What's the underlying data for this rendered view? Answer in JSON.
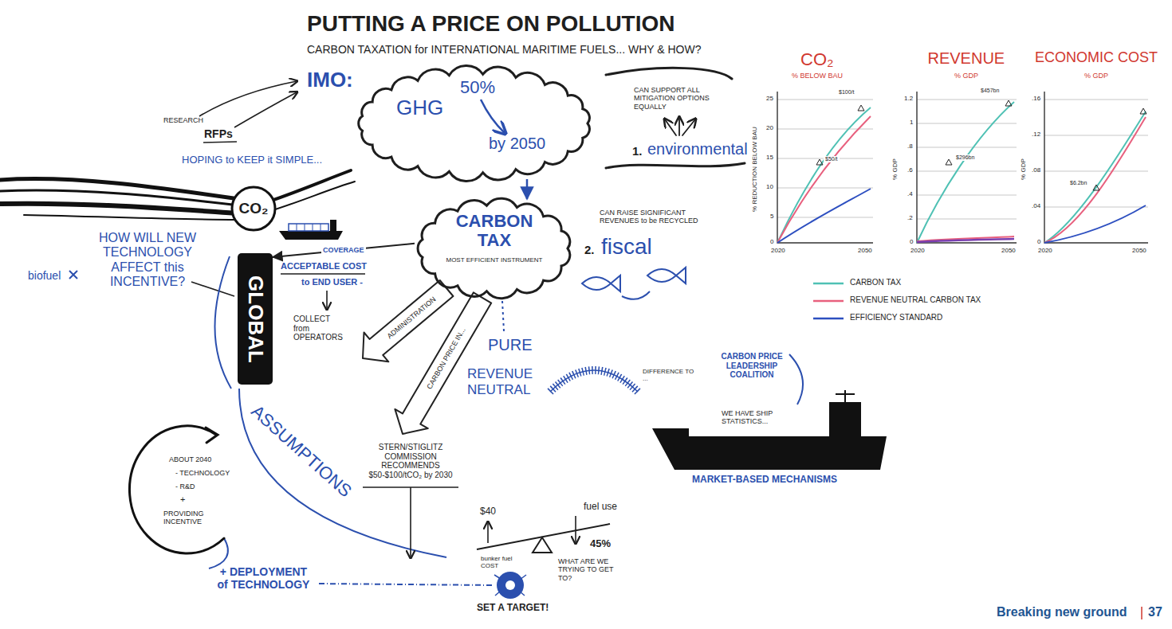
{
  "diagram": {
    "title": "PUTTING A PRICE ON POLLUTION",
    "nodes": [
      {
        "text": [
          "GHG",
          "50%",
          "by 2050"
        ]
      },
      {
        "text": [
          "CARBON TAX",
          "MOST EFFICIENT INSTRUMENT"
        ]
      },
      {
        "text": [
          "GLOBAL"
        ]
      }
    ],
    "edges": [
      {
        "from": 0,
        "to": 1,
        "arrow": "to"
      },
      {
        "from": 1,
        "to": 2,
        "label": "COVERAGE",
        "arrow": "to"
      }
    ],
    "labels": [
      "CARBON TAXATION for INTERNATIONAL MARITIME FUELS... WHY & HOW?",
      "IMO:",
      "RESEARCH",
      "RFPs",
      "HOPING to KEEP it SIMPLE...",
      "CO₂",
      "CAN SUPPORT ALL MITIGATION OPTIONS EQUALLY",
      "1.",
      "environmental",
      "CAN RAISE SIGNIFICANT REVENUES to be RECYCLED",
      "2.",
      "fiscal",
      "HOW WILL NEW TECHNOLOGY AFFECT this INCENTIVE?",
      "biofuel",
      "ACCEPTABLE COST",
      "to END USER -",
      "COLLECT from OPERATORS",
      "ADMINISTRATION",
      "CARBON PRICE IN...",
      "PURE",
      "REVENUE NEUTRAL",
      "DIFFERENCE TO ...",
      "CARBON PRICE LEADERSHIP COALITION",
      "WE HAVE SHIP STATISTICS...",
      "MARKET-BASED MECHANISMS",
      "STERN/STIGLITZ COMMISSION RECOMMENDS $50-$100/tCO₂ by 2030",
      "ASSUMPTIONS",
      "ABOUT 2040",
      "- TECHNOLOGY",
      "- R&D",
      "+",
      "PROVIDING INCENTIVE",
      "+ DEPLOYMENT of TECHNOLOGY",
      "$40",
      "bunker fuel COST",
      "fuel use",
      "45%",
      "WHAT ARE WE TRYING TO GET TO?",
      "SET A TARGET!",
      "CO₂",
      "% BELOW BAU",
      "% REDUCTION BELOW BAU",
      "25",
      "20",
      "15",
      "10",
      "5",
      "0",
      "2020",
      "2050",
      "$100/t",
      "$50/t",
      "REVENUE",
      "% GDP",
      "% GDP",
      "1.2",
      "1",
      ".8",
      ".6",
      ".4",
      ".2",
      "0",
      "2020",
      "2050",
      "$457bn",
      "$296bn",
      "ECONOMIC COST",
      "% GDP",
      "% GDP",
      ".16",
      ".12",
      ".08",
      ".04",
      "0",
      "2020",
      "2050",
      "$6.2bn",
      "Breaking new ground",
      "37"
    ],
    "legend": [
      {
        "text": "CARBON TAX"
      },
      {
        "text": "REVENUE NEUTRAL CARBON TAX"
      },
      {
        "text": "EFFICIENCY STANDARD"
      }
    ]
  }
}
